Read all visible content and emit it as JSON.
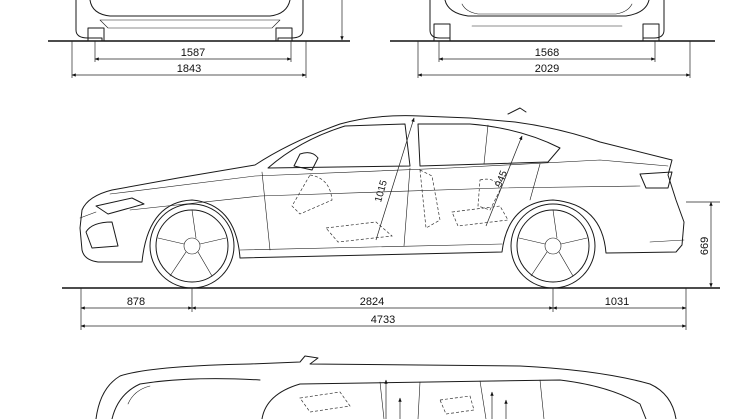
{
  "front_view": {
    "track_width": "1587",
    "overall_width": "1843"
  },
  "rear_view": {
    "track_width": "1568",
    "width_with_mirrors": "2029"
  },
  "side_view": {
    "front_overhang": "878",
    "wheelbase": "2824",
    "rear_overhang": "1031",
    "overall_length": "4733",
    "height": "669",
    "front_headroom": "1015",
    "rear_headroom": "945"
  }
}
